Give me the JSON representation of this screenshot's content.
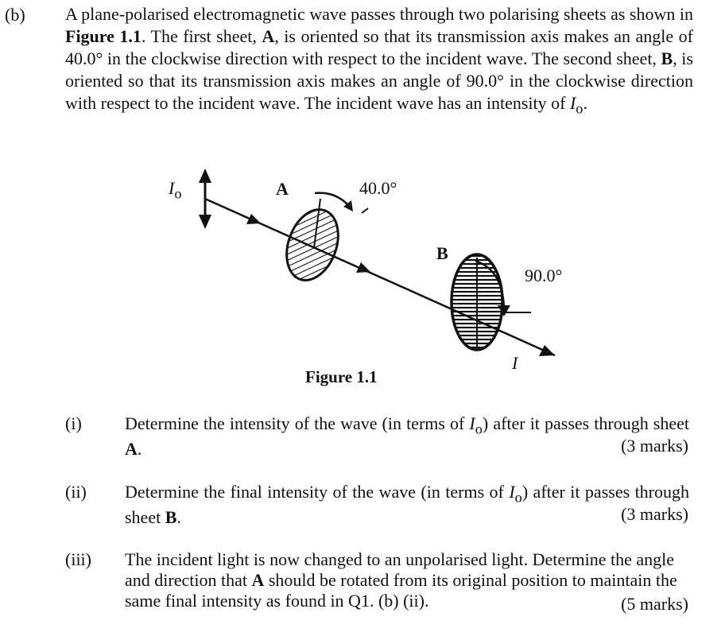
{
  "part": {
    "label": "(b)"
  },
  "intro": {
    "s1": "A plane-polarised electromagnetic wave passes through two polarising sheets as shown in ",
    "fig_ref": "Figure 1.1",
    "s2": ". The first sheet, ",
    "sheet_a": "A",
    "s3": ", is oriented so that its transmission axis makes an angle of 40.0° in the clockwise direction with respect to the incident wave. The second sheet, ",
    "sheet_b": "B",
    "s4": ", is oriented so that its transmission axis makes an angle of 90.0° in the clockwise direction with respect to the incident wave. The incident wave has an intensity of ",
    "io": "I",
    "io_sub": "o",
    "s5": "."
  },
  "figure": {
    "io_label": "I",
    "io_sub": "o",
    "sheet_a_label": "A",
    "angle_a": "40.0°",
    "sheet_b_label": "B",
    "angle_b": "90.0°",
    "out_label": "I",
    "caption": "Figure 1.1"
  },
  "questions": [
    {
      "num": "(i)",
      "t1": "Determine the intensity of the wave (in terms of ",
      "io": "I",
      "io_sub": "o",
      "t2": ") after it passes through sheet ",
      "sheet": "A",
      "t3": ".",
      "marks": "(3 marks)"
    },
    {
      "num": "(ii)",
      "t1": "Determine the final intensity of the wave (in terms of ",
      "io": "I",
      "io_sub": "o",
      "t2": ") after it passes through sheet ",
      "sheet": "B",
      "t3": ".",
      "marks": "(3 marks)"
    },
    {
      "num": "(iii)",
      "t1": "The incident light is now changed to an unpolarised light. Determine the angle and direction that ",
      "sheet": "A",
      "t2": " should be rotated from its original position to maintain the same final intensity as found in Q1. (b) (ii).",
      "marks": "(5 marks)"
    }
  ]
}
